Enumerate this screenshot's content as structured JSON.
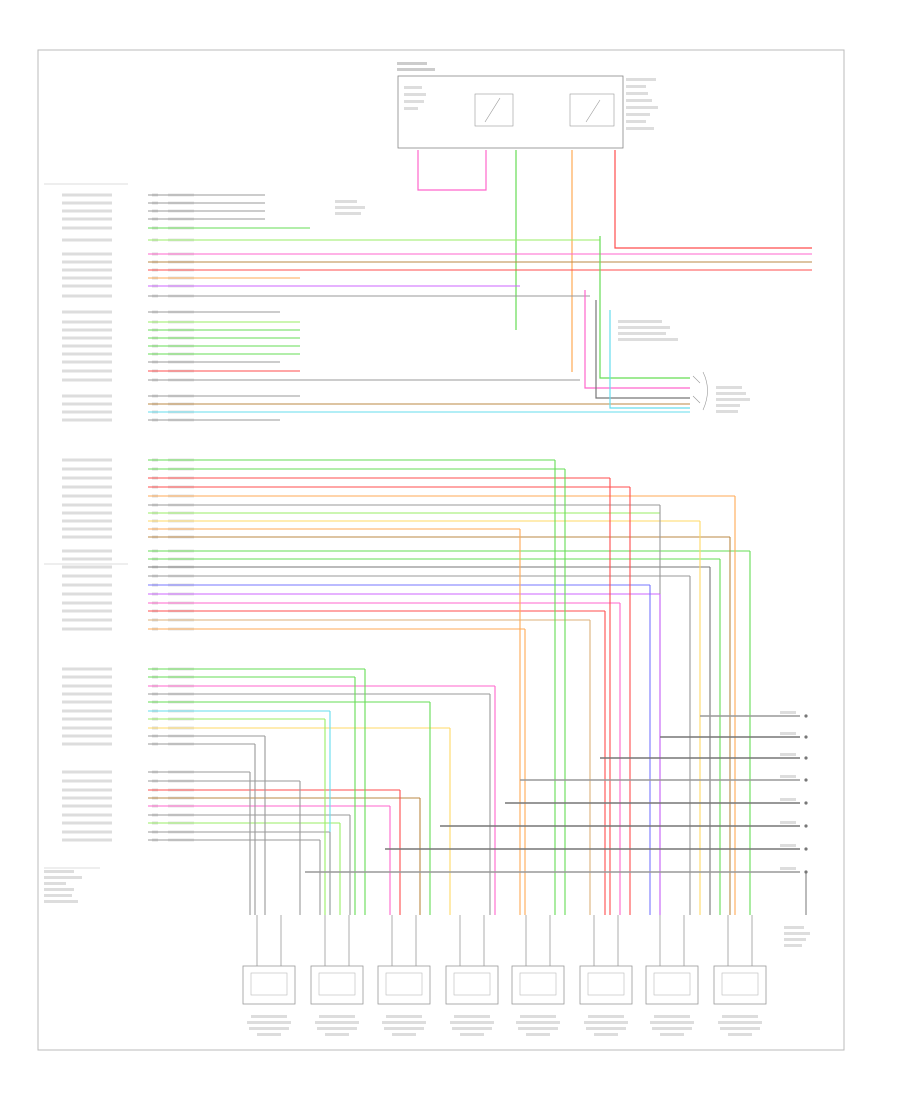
{
  "diagram": {
    "footer_id": "",
    "page": {
      "background": "#ffffff",
      "border": "#bbbbbb"
    },
    "wire_colors": {
      "red": "#ff4d4d",
      "pink": "#ff66cc",
      "green": "#66dd55",
      "lightgreen": "#99ee66",
      "orange": "#ffaa55",
      "yellow": "#ffd966",
      "lightblue": "#66ddee",
      "blue": "#7777ff",
      "violet": "#cc66ff",
      "gray": "#999999",
      "darkgray": "#777777",
      "brown": "#bb8844",
      "tan": "#ddb27a"
    },
    "components": {
      "top_module": "relay-box",
      "ecm_connector": "ecm-pin-block",
      "injectors": [
        "injector-1",
        "injector-2",
        "injector-3",
        "injector-4",
        "injector-5",
        "injector-6",
        "injector-7",
        "injector-8"
      ]
    }
  }
}
